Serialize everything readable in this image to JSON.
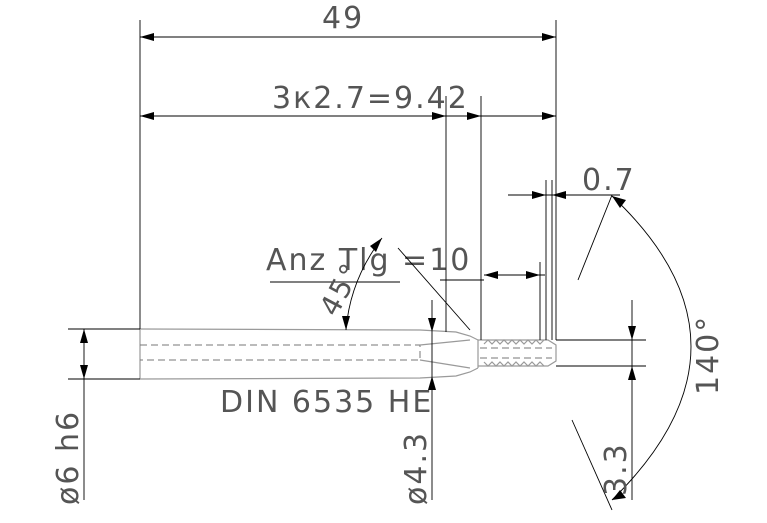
{
  "dimensions": {
    "overall_length": "49",
    "thread_length": "3к2.7=9.42",
    "chamfer": "0.7",
    "angle_45": "45°",
    "flutes": "Anz Tlg =10",
    "angle_140": "140°",
    "shank_diameter": "ø6 h6",
    "neck_diameter": "ø4.3",
    "thread_diameter": "3.3"
  },
  "standard": "DIN 6535 HE"
}
